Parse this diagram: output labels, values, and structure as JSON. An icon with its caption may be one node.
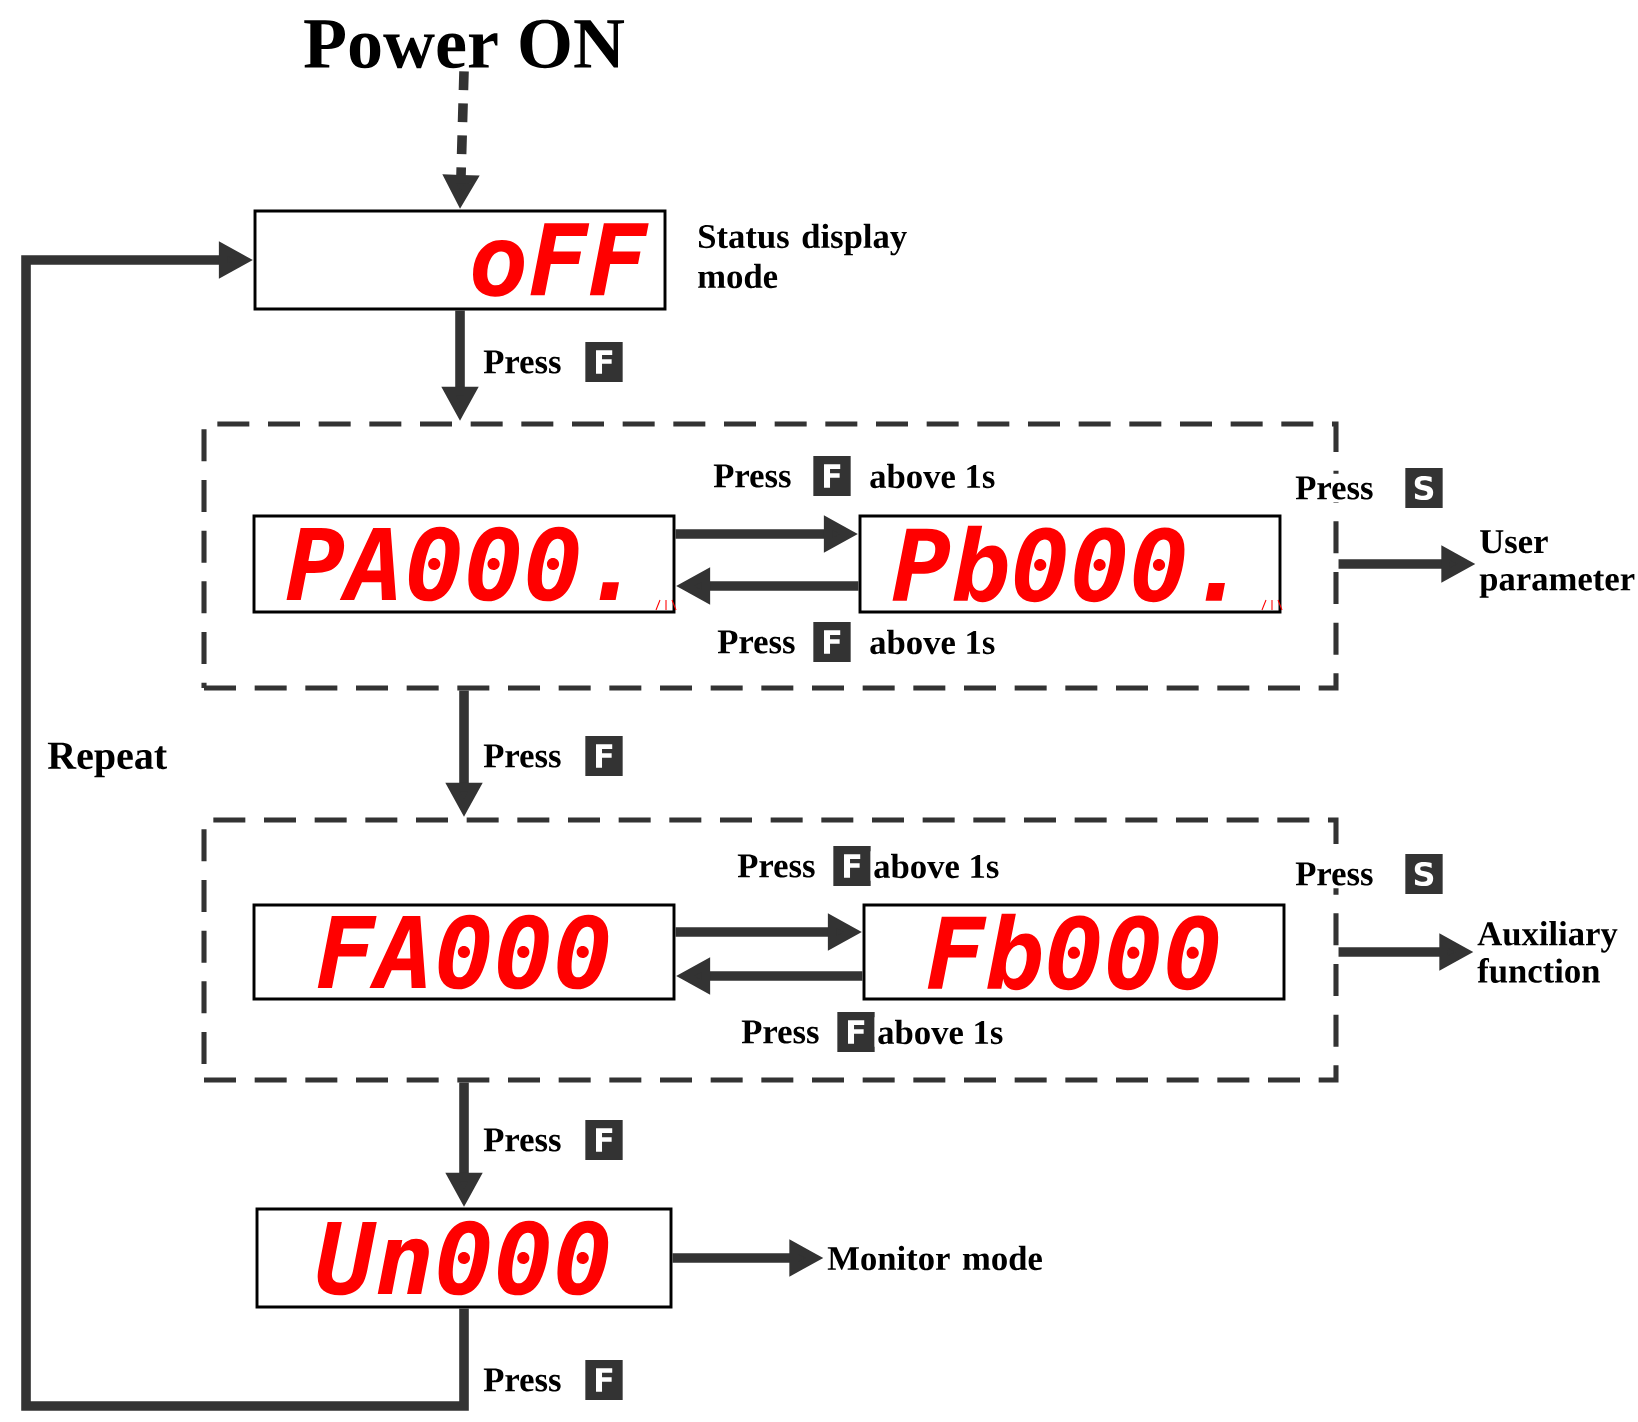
{
  "diagram": {
    "nodes": [
      {
        "text": [
          "Power ON"
        ]
      },
      {
        "text": [
          "oFF"
        ],
        "beside": [
          "Status display mode"
        ]
      },
      {
        "text": [],
        "shape": "box"
      },
      {
        "text": [
          "PA000."
        ],
        "in": 2
      },
      {
        "text": [
          "Pb000."
        ],
        "in": 2
      },
      {
        "text": [
          "User parameter"
        ]
      },
      {
        "text": [],
        "shape": "box"
      },
      {
        "text": [
          "FA000"
        ],
        "in": 6
      },
      {
        "text": [
          "Fb000"
        ],
        "in": 6
      },
      {
        "text": [
          "Auxiliary function"
        ]
      },
      {
        "text": [
          "Un000"
        ]
      },
      {
        "text": [
          "Monitor mode"
        ]
      }
    ],
    "edges": [
      {
        "from": 0,
        "to": 1,
        "arrow": "to",
        "style": "dashed"
      },
      {
        "from": 1,
        "to": 2,
        "arrow": "to",
        "label": "Press"
      },
      {
        "from": 3,
        "to": 4,
        "arrow": "to",
        "label": "Press"
      },
      {
        "from": 4,
        "to": 3,
        "arrow": "to",
        "label": "Press"
      },
      {
        "from": 2,
        "to": 5,
        "arrow": "to",
        "label": "Press"
      },
      {
        "from": 2,
        "to": 6,
        "arrow": "to",
        "label": "Press"
      },
      {
        "from": 7,
        "to": 8,
        "arrow": "to",
        "label": "Press"
      },
      {
        "from": 8,
        "to": 7,
        "arrow": "to",
        "label": "Press"
      },
      {
        "from": 6,
        "to": 9,
        "arrow": "to",
        "label": "Press"
      },
      {
        "from": 6,
        "to": 10,
        "arrow": "to",
        "label": "Press"
      },
      {
        "from": 10,
        "to": 11,
        "arrow": "to"
      },
      {
        "from": 10,
        "to": 1,
        "arrow": "to",
        "label": "Press"
      }
    ],
    "labels": [
      "F",
      "F",
      "above 1s",
      "S",
      "F",
      "above 1s",
      "Repeat",
      "F",
      "F",
      "above 1s",
      "S",
      "F",
      "above 1s",
      "F",
      "F"
    ]
  }
}
